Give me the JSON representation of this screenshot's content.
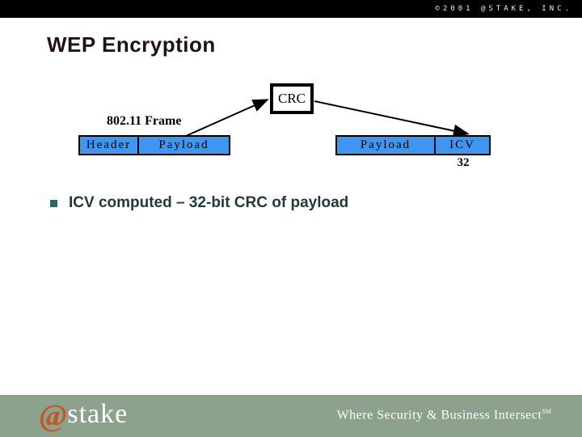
{
  "topbar": {
    "copyright": "©2001 @STAKE, INC."
  },
  "slide": {
    "title": "WEP Encryption",
    "bullet_text": "ICV computed – 32-bit CRC of payload"
  },
  "diagram": {
    "crc_label": "CRC",
    "frame_label": "802.11 Frame",
    "frame1": {
      "cells": [
        "Header",
        "Payload"
      ]
    },
    "frame2": {
      "cells": [
        "Payload",
        "ICV"
      ],
      "icv_subscript": "32"
    }
  },
  "footer": {
    "logo_at": "@",
    "logo_text": "stake",
    "tagline": "Where Security & Business Intersect",
    "tagline_sm": "SM"
  },
  "colors": {
    "topbar_black": "#000000",
    "title_dark": "#201412",
    "box_blue": "#3E96F0",
    "bullet_teal": "#2A6A6A",
    "bullet_dark": "#1E3A3A",
    "footer_green": "#8DA28D",
    "logo_orange": "#C8551E"
  }
}
